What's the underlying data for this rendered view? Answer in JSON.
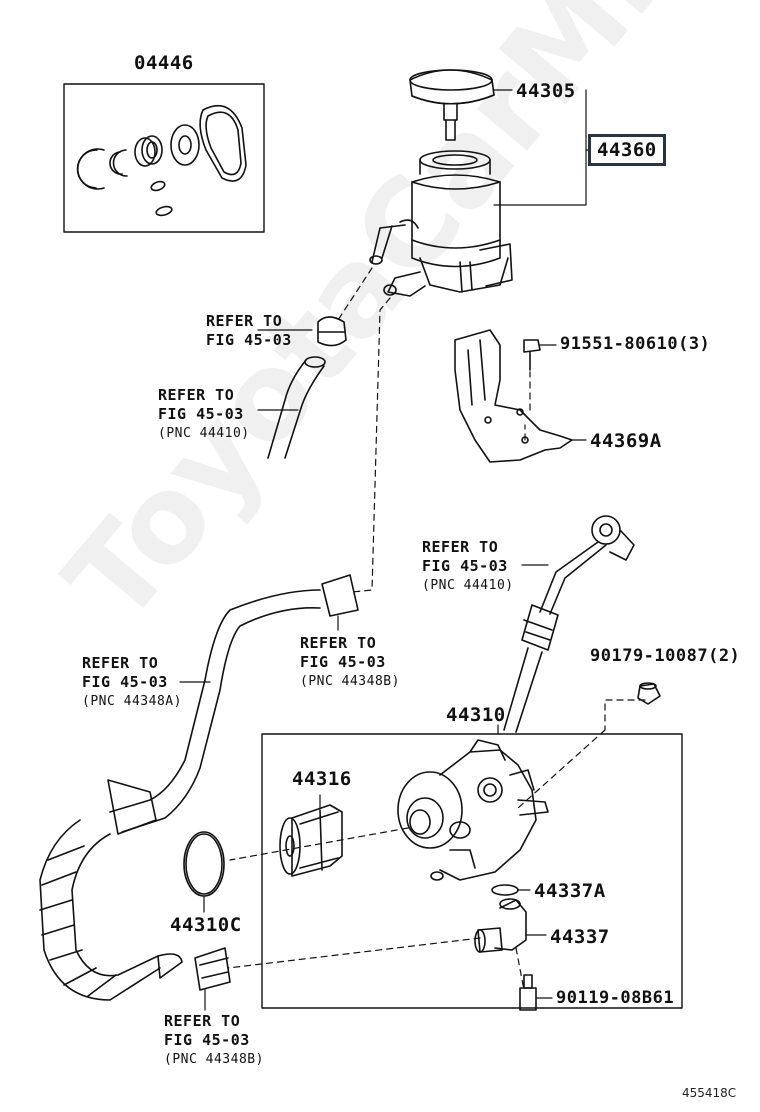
{
  "watermark": "ToyotaCarMine.ru",
  "figure_id": "455418C",
  "parts": {
    "kit": "04446",
    "cap": "44305",
    "reservoir_assy": "44360",
    "bolt_1": "91551-80610(3)",
    "bracket": "44369A",
    "grommet": "90179-10087(2)",
    "pump_assy": "44310",
    "pulley": "44316",
    "oring_pump": "44310C",
    "oring_union": "44337A",
    "union": "44337",
    "bolt_2": "90119-08B61"
  },
  "refs": {
    "r1": {
      "line1": "REFER TO",
      "line2": "FIG 45-03",
      "line3": ""
    },
    "r2": {
      "line1": "REFER TO",
      "line2": "FIG 45-03",
      "line3": "(PNC 44410)"
    },
    "r3": {
      "line1": "REFER TO",
      "line2": "FIG 45-03",
      "line3": "(PNC 44410)"
    },
    "r4": {
      "line1": "REFER TO",
      "line2": "FIG 45-03",
      "line3": "(PNC 44348B)"
    },
    "r5": {
      "line1": "REFER TO",
      "line2": "FIG 45-03",
      "line3": "(PNC 44348A)"
    },
    "r6": {
      "line1": "REFER TO",
      "line2": "FIG 45-03",
      "line3": "(PNC 44348B)"
    }
  },
  "highlight_color": "#2a3340"
}
